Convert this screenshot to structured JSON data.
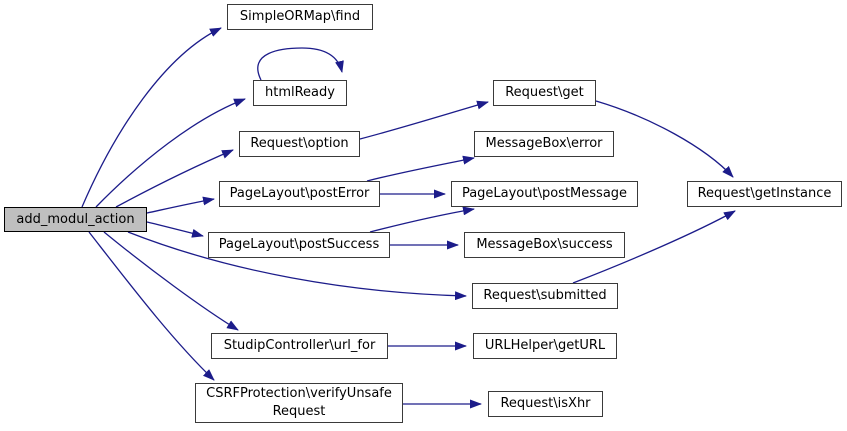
{
  "diagram": {
    "type": "call-graph",
    "root_function": "add_modul_action",
    "colors": {
      "background": "#ffffff",
      "edge": "#1c1c8a",
      "node_border": "#3a3a3a",
      "node_fill": "#ffffff",
      "root_node_fill": "#bfbfbf",
      "text": "#000000"
    },
    "nodes": [
      {
        "label": "add_modul_action",
        "root": true
      },
      {
        "label": "SimpleORMap\\find"
      },
      {
        "label": "htmlReady"
      },
      {
        "label": "Request\\option"
      },
      {
        "label": "PageLayout\\postError"
      },
      {
        "label": "PageLayout\\postSuccess"
      },
      {
        "label": "Request\\get"
      },
      {
        "label": "MessageBox\\error"
      },
      {
        "label": "PageLayout\\postMessage"
      },
      {
        "label": "MessageBox\\success"
      },
      {
        "label": "Request\\submitted"
      },
      {
        "label": "Request\\getInstance"
      },
      {
        "label": "StudipController\\url_for"
      },
      {
        "label": "URLHelper\\getURL"
      },
      {
        "label": "CSRFProtection\\verifyUnsafeRequest",
        "lines": [
          "CSRFProtection\\verifyUnsafe",
          "Request"
        ]
      },
      {
        "label": "Request\\isXhr"
      }
    ],
    "edges": [
      {
        "from": "add_modul_action",
        "to": "SimpleORMap\\find"
      },
      {
        "from": "add_modul_action",
        "to": "htmlReady"
      },
      {
        "from": "add_modul_action",
        "to": "Request\\option"
      },
      {
        "from": "add_modul_action",
        "to": "PageLayout\\postError"
      },
      {
        "from": "add_modul_action",
        "to": "PageLayout\\postSuccess"
      },
      {
        "from": "add_modul_action",
        "to": "Request\\submitted"
      },
      {
        "from": "add_modul_action",
        "to": "StudipController\\url_for"
      },
      {
        "from": "add_modul_action",
        "to": "CSRFProtection\\verifyUnsafeRequest"
      },
      {
        "from": "htmlReady",
        "to": "htmlReady"
      },
      {
        "from": "Request\\option",
        "to": "Request\\get"
      },
      {
        "from": "Request\\get",
        "to": "Request\\getInstance"
      },
      {
        "from": "PageLayout\\postError",
        "to": "MessageBox\\error"
      },
      {
        "from": "PageLayout\\postError",
        "to": "PageLayout\\postMessage"
      },
      {
        "from": "PageLayout\\postSuccess",
        "to": "PageLayout\\postMessage"
      },
      {
        "from": "PageLayout\\postSuccess",
        "to": "MessageBox\\success"
      },
      {
        "from": "Request\\submitted",
        "to": "Request\\getInstance"
      },
      {
        "from": "StudipController\\url_for",
        "to": "URLHelper\\getURL"
      },
      {
        "from": "CSRFProtection\\verifyUnsafeRequest",
        "to": "Request\\isXhr"
      }
    ]
  }
}
